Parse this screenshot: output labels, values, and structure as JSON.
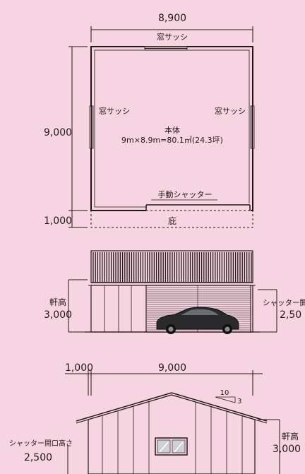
{
  "plan": {
    "width_dim": "8,900",
    "depth_dim": "9,000",
    "eave_dim": "1,000",
    "window_top": "窓サッシ",
    "window_left": "窓サッシ",
    "window_right": "窓サッシ",
    "body_label": "本体",
    "body_area": "9m×8.9m=80.1㎡(24.3坪)",
    "shutter_label": "手動シャッター",
    "eave_label": "庇"
  },
  "front": {
    "eave_height_label": "軒高",
    "eave_height_dim": "3,000",
    "shutter_open_label": "シャッター開",
    "shutter_open_dim": "2,50"
  },
  "side": {
    "eave_depth_dim": "1,000",
    "length_dim": "9,000",
    "slope_run": "10",
    "slope_rise": "3",
    "shutter_open_label": "シャッター開口高さ",
    "shutter_open_dim": "2,500",
    "eave_height_label": "軒高",
    "eave_height_dim": "3,000"
  },
  "colors": {
    "background": "#f6d4e2",
    "line": "#231815",
    "car": "#2a2a2c"
  }
}
